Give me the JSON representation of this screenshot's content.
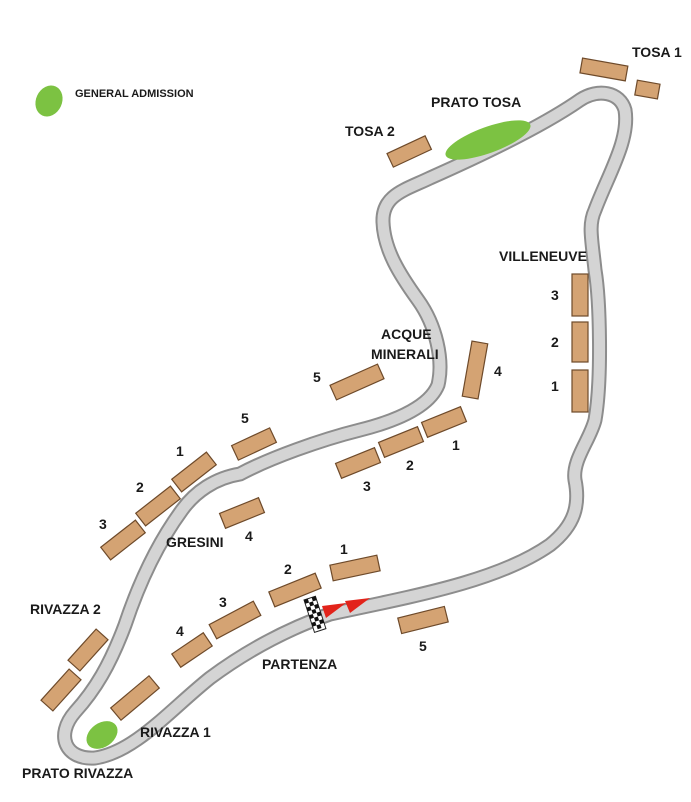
{
  "colors": {
    "track_fill": "#d4d4d4",
    "track_edge": "#8d8d8d",
    "stand_fill": "#d4a373",
    "stand_edge": "#6e4a2a",
    "general_admission": "#7cc242",
    "direction_arrow": "#e2231a",
    "label": "#1a1a1a"
  },
  "legend": {
    "general_admission": "GENERAL ADMISSION"
  },
  "areas": {
    "tosa_1": "TOSA 1",
    "tosa_2": "TOSA 2",
    "prato_tosa": "PRATO TOSA",
    "villeneuve": "VILLENEUVE",
    "acque_minerali_1": "ACQUE",
    "acque_minerali_2": "MINERALI",
    "gresini": "GRESINI",
    "rivazza_2": "RIVAZZA 2",
    "rivazza_1": "RIVAZZA 1",
    "prato_rivazza": "PRATO RIVAZZA",
    "partenza": "PARTENZA"
  },
  "stand_numbers": {
    "villeneuve_3": "3",
    "villeneuve_2": "2",
    "villeneuve_1": "1",
    "acque_4": "4",
    "acque_5": "5",
    "inner_1": "1",
    "inner_2": "2",
    "inner_3": "3",
    "gresini_4": "4",
    "left_5": "5",
    "left_1": "1",
    "left_2": "2",
    "left_3": "3",
    "main_1": "1",
    "main_2": "2",
    "main_3": "3",
    "main_4": "4",
    "main_5": "5"
  }
}
